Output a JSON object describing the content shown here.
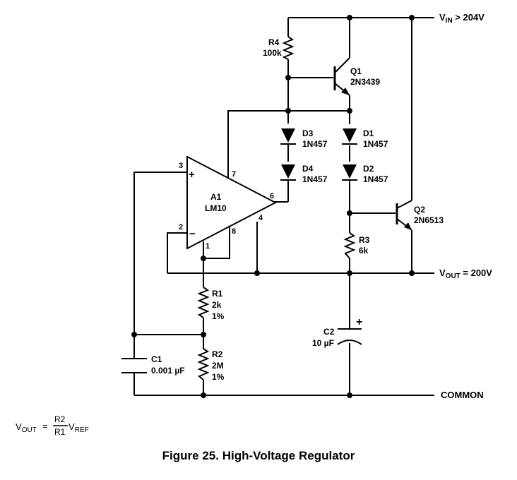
{
  "caption": "Figure 25. High-Voltage Regulator",
  "rails": {
    "vin_main": "V",
    "vin_sub": "IN",
    "vin_rest": " > 204V",
    "vout_main": "V",
    "vout_sub": "OUT",
    "vout_rest": " = 200V",
    "common": "COMMON"
  },
  "opamp": {
    "name": "A1",
    "part": "LM10",
    "plus": "+",
    "minus": "−",
    "pins": {
      "p3": "3",
      "p2": "2",
      "p7": "7",
      "p6": "6",
      "p4": "4",
      "p8": "8",
      "p1": "1"
    }
  },
  "components": {
    "R4": {
      "name": "R4",
      "value": "100k"
    },
    "Q1": {
      "name": "Q1",
      "part": "2N3439"
    },
    "D1": {
      "name": "D1",
      "part": "1N457"
    },
    "D2": {
      "name": "D2",
      "part": "1N457"
    },
    "D3": {
      "name": "D3",
      "part": "1N457"
    },
    "D4": {
      "name": "D4",
      "part": "1N457"
    },
    "Q2": {
      "name": "Q2",
      "part": "2N6513"
    },
    "R3": {
      "name": "R3",
      "value": "6k"
    },
    "R1": {
      "name": "R1",
      "value": "2k",
      "tol": "1%"
    },
    "R2": {
      "name": "R2",
      "value": "2M",
      "tol": "1%"
    },
    "C1": {
      "name": "C1",
      "value": "0.001 µF"
    },
    "C2": {
      "name": "C2",
      "value": "10 µF",
      "polarity": "+"
    }
  },
  "formula": {
    "lhs_main": "V",
    "lhs_sub": "OUT",
    "eq": "=",
    "num": "R2",
    "den": "R1",
    "rhs_main": "V",
    "rhs_sub": "REF"
  }
}
